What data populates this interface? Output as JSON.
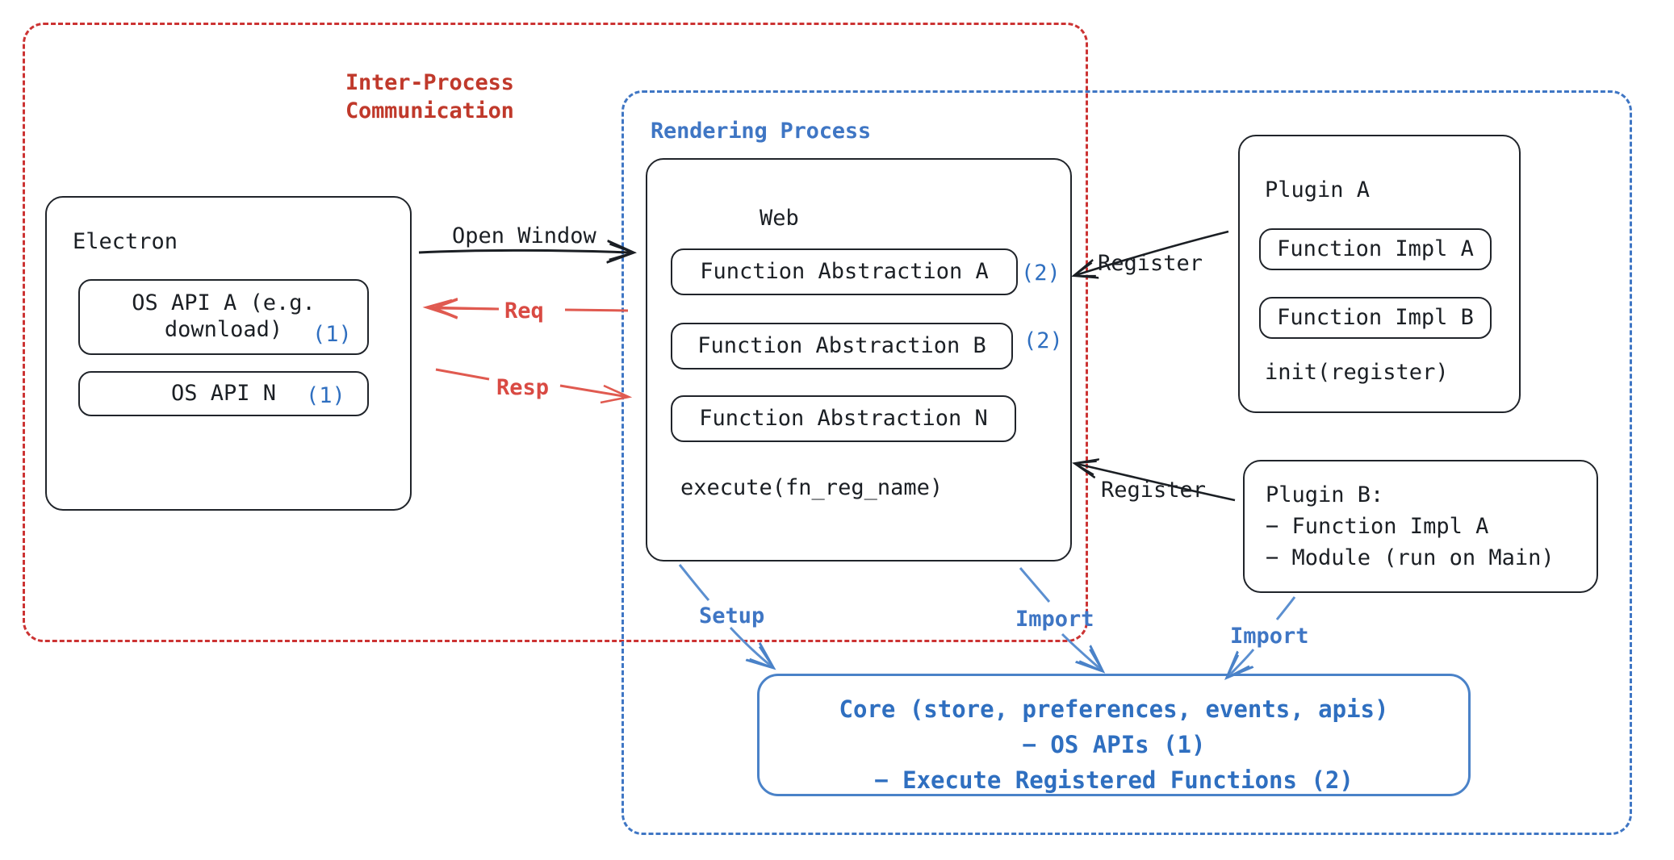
{
  "diagram": {
    "title": "Electron plugin architecture diagram",
    "colors": {
      "ipc_red": "#c0392b",
      "render_blue": "#3f76c4",
      "node_black": "#1b1f24",
      "core_blue": "#2f6fc0",
      "arrow_red": "#d94a43"
    }
  },
  "regions": {
    "ipc": {
      "label": "Inter-Process\nCommunication"
    },
    "rendering": {
      "label": "Rendering Process"
    }
  },
  "electron": {
    "title": "Electron",
    "apis": [
      {
        "label": "OS API A (e.g.\ndownload)",
        "tag": "(1)"
      },
      {
        "label": "OS API N",
        "tag": "(1)"
      }
    ]
  },
  "web": {
    "title": "Web",
    "abstractions": [
      {
        "label": "Function Abstraction A",
        "tag": "(2)"
      },
      {
        "label": "Function Abstraction B",
        "tag": "(2)"
      },
      {
        "label": "Function Abstraction N",
        "tag": ""
      }
    ],
    "footer": "execute(fn_reg_name)"
  },
  "plugin_a": {
    "title": "Plugin A",
    "items": [
      "Function Impl A",
      "Function Impl B"
    ],
    "footer": "init(register)"
  },
  "plugin_b": {
    "lines": "Plugin B:\n− Function Impl A\n− Module (run on Main)"
  },
  "core": {
    "lines": "Core (store, preferences, events, apis)\n− OS APIs (1)\n− Execute Registered Functions (2)"
  },
  "edges": {
    "open_window": "Open Window",
    "req": "Req",
    "resp": "Resp",
    "register_a": "Register",
    "register_b": "Register",
    "setup": "Setup",
    "import_web": "Import",
    "import_plugin": "Import"
  }
}
